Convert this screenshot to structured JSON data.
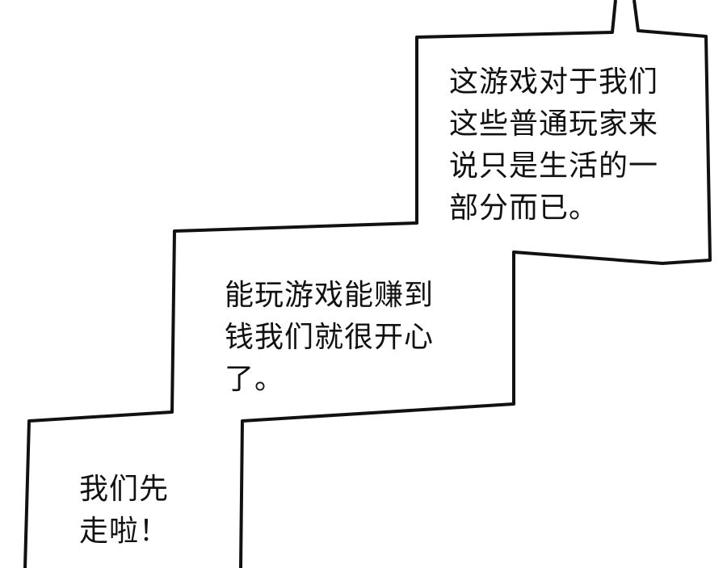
{
  "bubbles": [
    {
      "lines": [
        "这游戏对于我们",
        "这些普通玩家来",
        "说只是生活的一",
        "部分而已。"
      ]
    },
    {
      "lines": [
        "能玩游戏能赚到",
        "钱我们就很开心",
        "了。"
      ]
    },
    {
      "lines": [
        "我们先",
        "走啦！"
      ]
    }
  ],
  "colors": {
    "ink": "#111111",
    "paper": "#ffffff"
  }
}
